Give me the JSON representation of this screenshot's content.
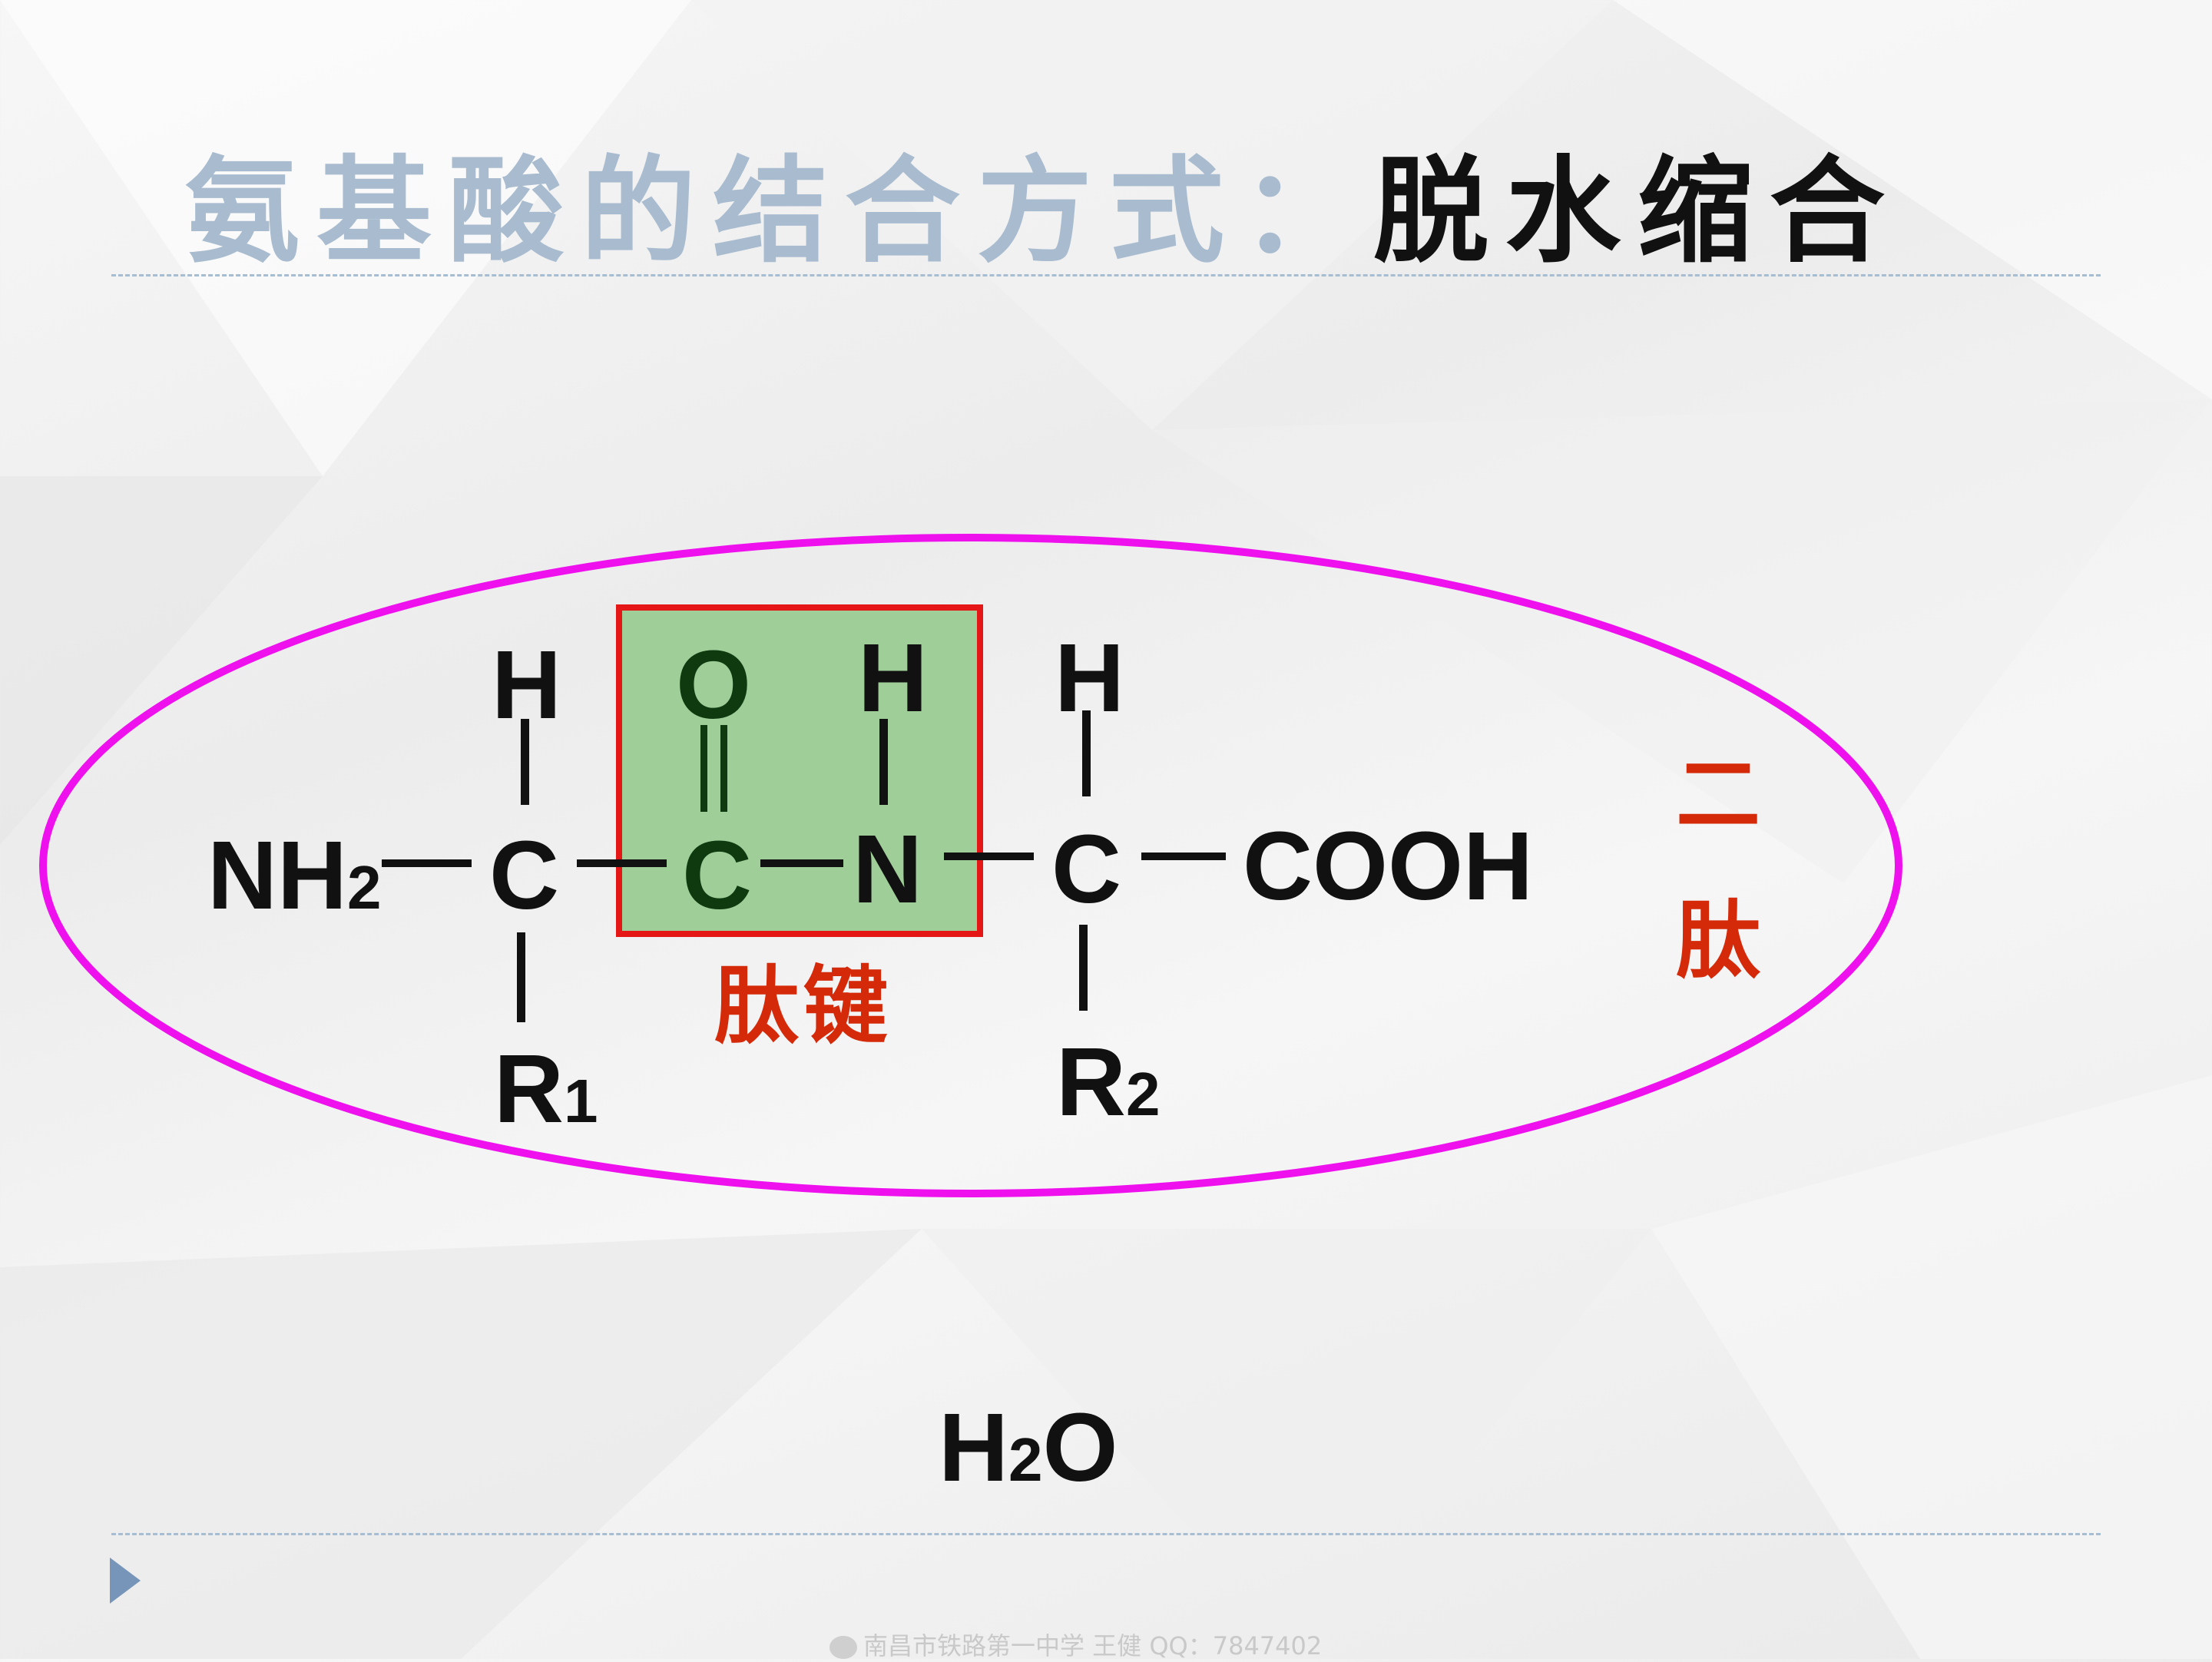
{
  "slide": {
    "title_part1": "氨基酸的结合方式：",
    "title_part2": "脱水缩合"
  },
  "molecule": {
    "nh2": "NH",
    "nh2_sub": "2",
    "alpha_c1": "C",
    "h_top1": "H",
    "r1": "R",
    "r1_sub": "1",
    "carbonyl_c": "C",
    "carbonyl_o": "O",
    "amide_n": "N",
    "amide_h": "H",
    "alpha_c2": "C",
    "h_top2": "H",
    "r2": "R",
    "r2_sub": "2",
    "cooh": "COOH"
  },
  "labels": {
    "peptide_bond": "肽键",
    "dipeptide_line1": "二",
    "dipeptide_line2": "肽"
  },
  "byproduct": {
    "h": "H",
    "sub": "2",
    "o": "O"
  },
  "watermark": "南昌市铁路第一中学  王健    QQ：7847402",
  "colors": {
    "title_faded": "#a9bccf",
    "title_dark": "#111111",
    "ellipse": "#ee11ee",
    "box_fill": "#9fce99",
    "box_border": "#e51616",
    "label_red": "#d42a0a",
    "nav_arrow": "#7795b8"
  }
}
